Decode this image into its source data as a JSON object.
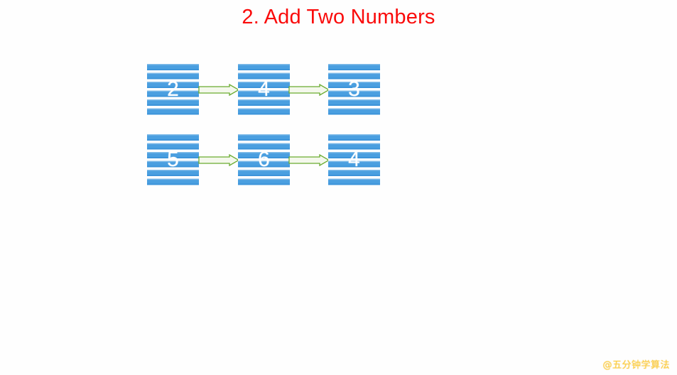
{
  "slide": {
    "title": "2. Add Two Numbers",
    "title_color": "#fa0a0a",
    "background_color": "#fefefe"
  },
  "diagram": {
    "node_fill_color": "#4a9fe0",
    "node_text_color": "#ffffff",
    "arrow_outline_color": "#6aab2f",
    "arrow_fill_color": "#f2f7e8",
    "rows": [
      {
        "name": "linked-list-1",
        "nodes": [
          {
            "value": "2"
          },
          {
            "value": "4"
          },
          {
            "value": "3"
          }
        ],
        "arrows": [
          {
            "label": "next-pointer"
          },
          {
            "label": "next-pointer"
          }
        ]
      },
      {
        "name": "linked-list-2",
        "nodes": [
          {
            "value": "5"
          },
          {
            "value": "6"
          },
          {
            "value": "4"
          }
        ],
        "arrows": [
          {
            "label": "next-pointer"
          },
          {
            "label": "next-pointer"
          }
        ]
      }
    ]
  },
  "watermark": {
    "text": "@五分钟学算法",
    "color": "#ffd34d"
  }
}
